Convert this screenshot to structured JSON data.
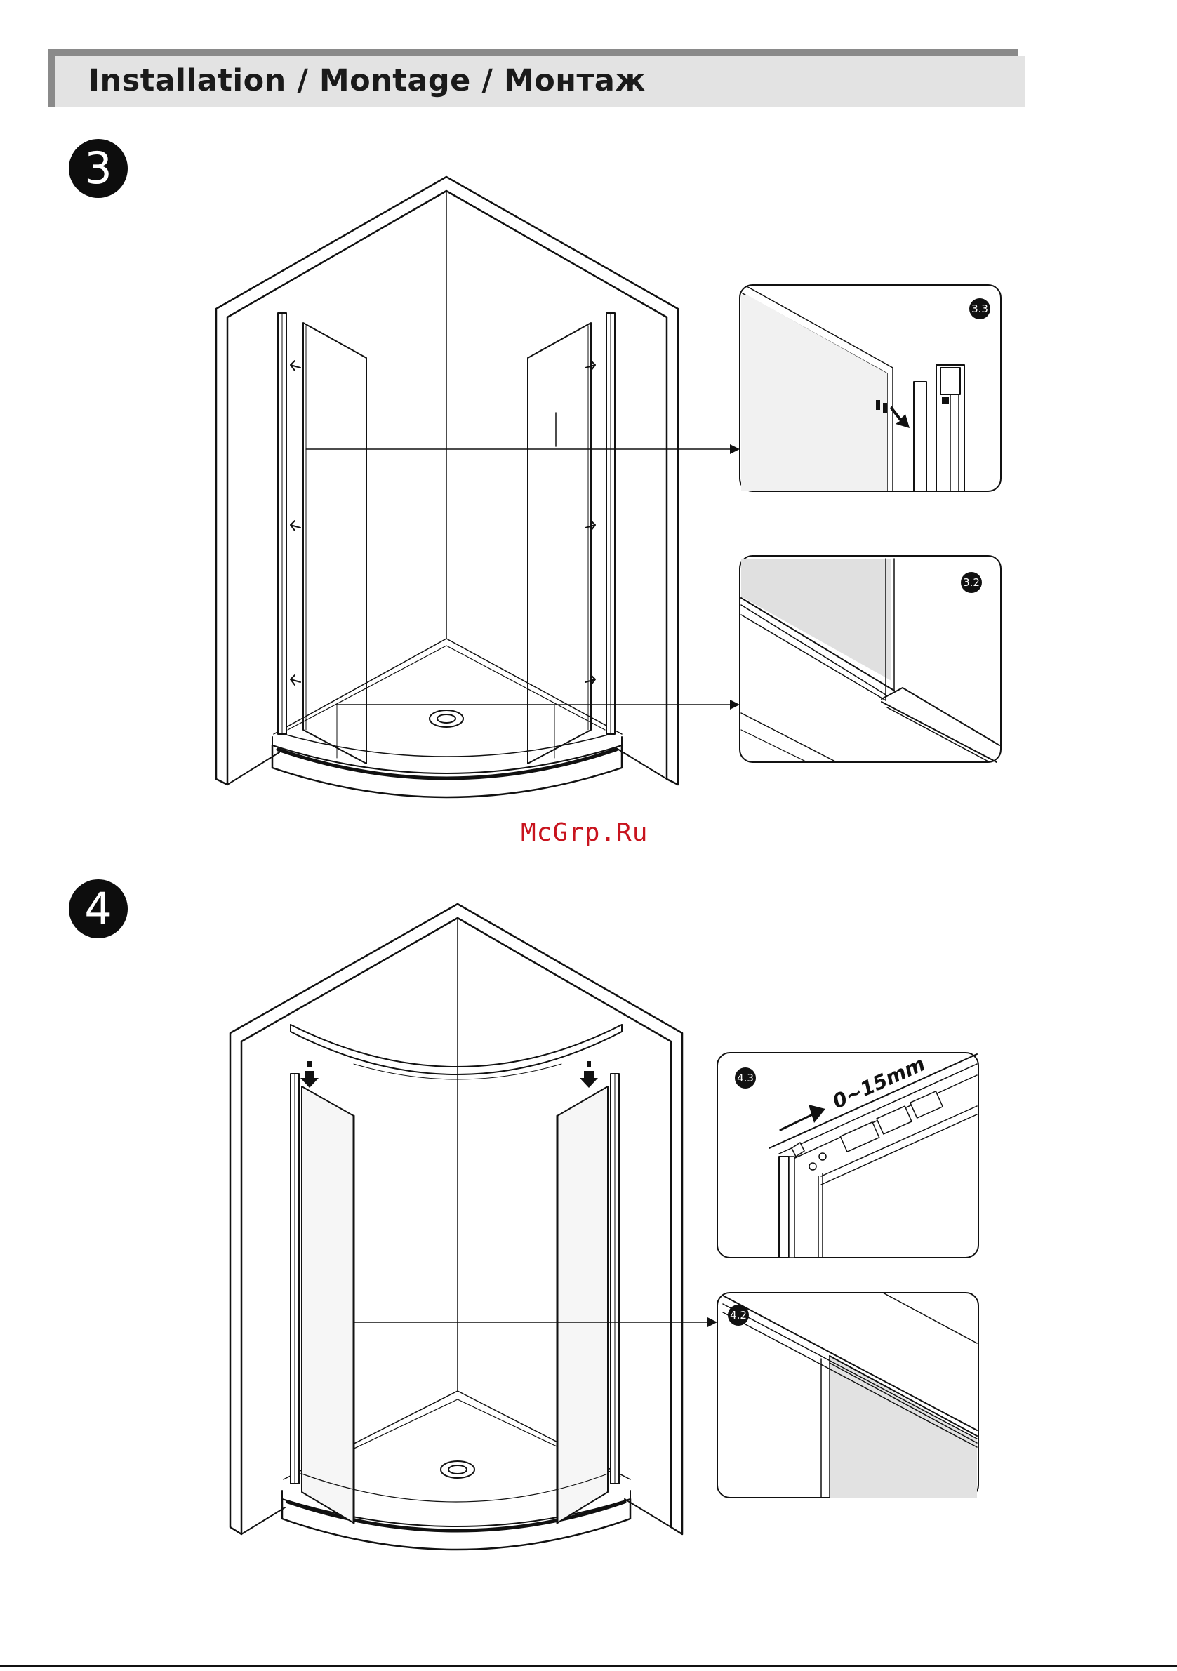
{
  "header": {
    "title": "Installation / Montage / Монтаж"
  },
  "steps": [
    {
      "number": "3",
      "details": [
        {
          "label": "3.3"
        },
        {
          "label": "3.2"
        }
      ]
    },
    {
      "number": "4",
      "details": [
        {
          "label": "4.3",
          "measurement": "0~15mm"
        },
        {
          "label": "4.2"
        }
      ]
    }
  ],
  "watermark": "McGrp.Ru"
}
